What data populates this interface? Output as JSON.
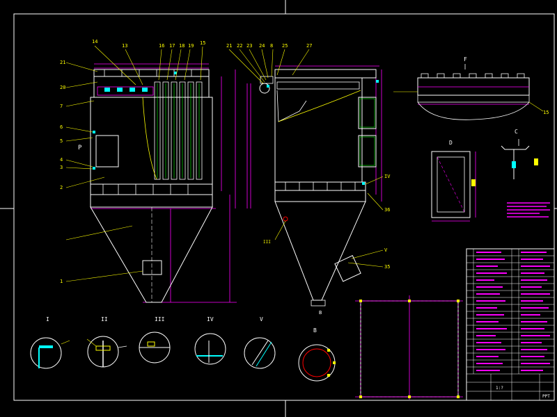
{
  "drawing": {
    "colors": {
      "background": "#000000",
      "frame": "#ffffff",
      "leader": "#ffff00",
      "dimension": "#ff00ff",
      "part": "#00ffff",
      "accent": "#00ff00",
      "hatch": "#ff0000"
    },
    "front_view_labels": {
      "left": [
        "21",
        "20",
        "7",
        "6",
        "5",
        "4",
        "3",
        "2",
        "1"
      ],
      "top": [
        "14",
        "13",
        "16",
        "17",
        "18",
        "19",
        "15"
      ]
    },
    "side_view_labels": {
      "top": [
        "21",
        "22",
        "23",
        "24",
        "8",
        "25",
        "27"
      ],
      "right": [
        "IV",
        "36"
      ],
      "bottom": [
        "V",
        "35"
      ]
    },
    "side_note": "III",
    "view_f": {
      "title": "F",
      "label": "15"
    },
    "view_c": {
      "title": "C"
    },
    "view_d": {
      "title": "D"
    },
    "details": [
      {
        "id": "I"
      },
      {
        "id": "II"
      },
      {
        "id": "III"
      },
      {
        "id": "IV"
      },
      {
        "id": "V"
      },
      {
        "id": "B"
      }
    ],
    "title_block": {
      "tag_a": "1:?",
      "tag_b": "PPT"
    }
  }
}
